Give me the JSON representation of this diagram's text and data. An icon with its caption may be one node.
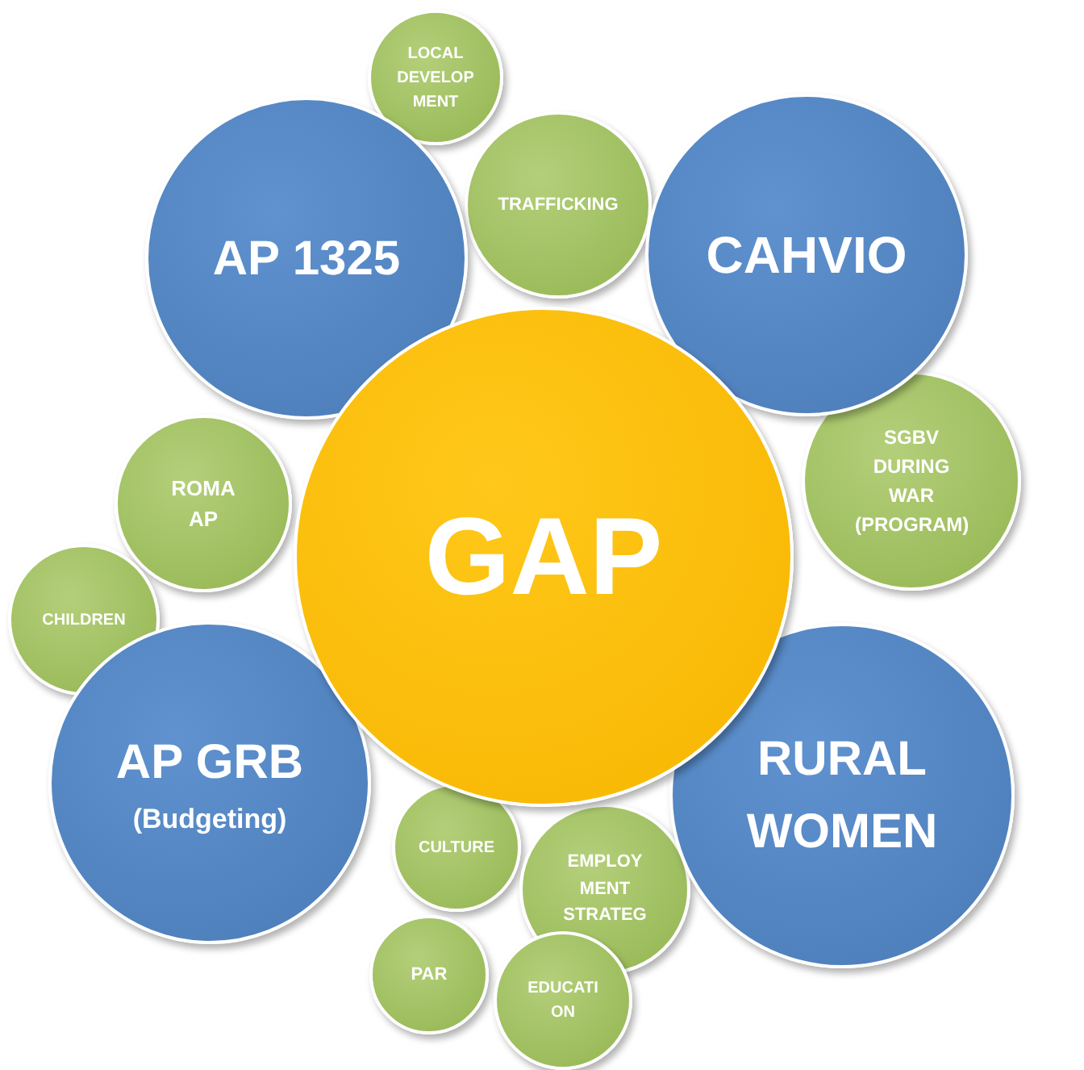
{
  "diagram": {
    "nodes": [
      {
        "text": [
          "LOCAL DEVELOP MENT"
        ]
      },
      {
        "text": [
          "TRAFFICKING"
        ]
      },
      {
        "text": [
          "SGBV DURING WAR (PROGRAM)"
        ]
      },
      {
        "text": [
          "ROMA AP"
        ]
      },
      {
        "text": [
          "CHILDREN"
        ]
      },
      {
        "text": [
          "CULTURE"
        ]
      },
      {
        "text": [
          "PAR"
        ]
      },
      {
        "text": [
          "EMPLOY MENT STRATEG"
        ]
      },
      {
        "text": [
          "EDUCATI ON"
        ]
      },
      {
        "text": [
          "AP 1325"
        ]
      },
      {
        "text": [
          "CAHVIO"
        ]
      },
      {
        "text": [
          "AP GRB",
          "(Budgeting)"
        ]
      },
      {
        "text": [
          "RURAL WOMEN"
        ]
      },
      {
        "text": [
          "GAP"
        ]
      }
    ],
    "edges": []
  }
}
